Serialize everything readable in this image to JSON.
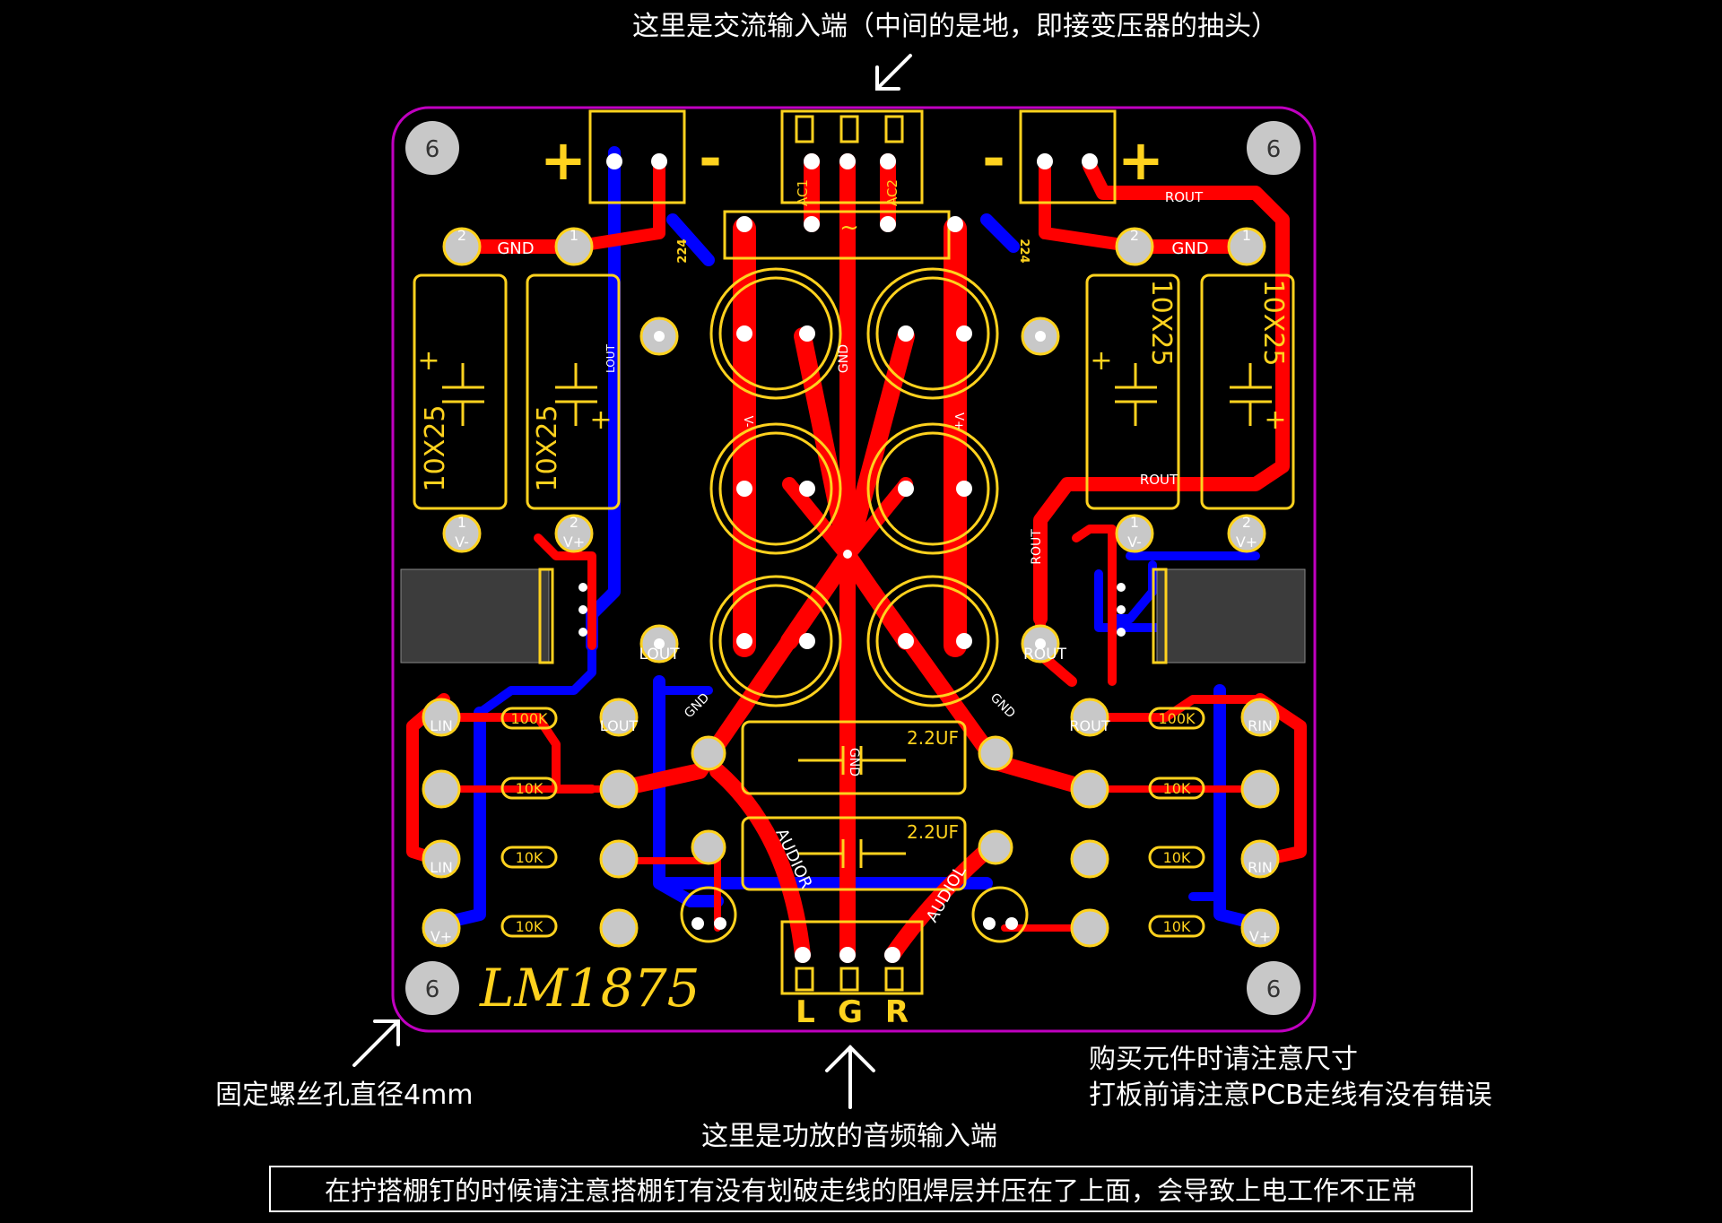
{
  "annotations": {
    "top": "这里是交流输入端（中间的是地，即接变压器的抽头）",
    "screw": "固定螺丝孔直径4mm",
    "audio_input": "这里是功放的音频输入端",
    "buy_note": "购买元件时请注意尺寸",
    "pcb_note": "打板前请注意PCB走线有没有错误",
    "warning": "在拧搭棚钉的时候请注意搭棚钉有没有划破走线的阻焊层并压在了上面，会导致上电工作不正常"
  },
  "board": {
    "logo": "LM1875",
    "mount_hole_label": "6",
    "plus": "+",
    "minus": "-",
    "ac_labels": [
      "AC1",
      "~",
      "AC2"
    ],
    "input_pins": [
      "L",
      "G",
      "R"
    ],
    "net_labels": {
      "gnd": "GND",
      "rout": "ROUT",
      "lout": "LOUT",
      "lin": "LIN",
      "rin": "RIN",
      "vplus": "V+",
      "vminus": "V-",
      "audiol": "AUDIOL",
      "audior": "AUDIOR"
    },
    "component_values": {
      "big_cap": "10X25",
      "film_cap": "2.2UF",
      "r100k": "100K",
      "r10k": "10K",
      "d224": "224"
    },
    "pad_numbers": [
      "1",
      "2"
    ]
  },
  "colors": {
    "background": "#000000",
    "board_outline": "#c000c0",
    "top_copper": "#ff0000",
    "bottom_copper": "#0000ff",
    "silkscreen": "#ffd21e",
    "pad": "#c8c8c8",
    "heatsink": "#3c3c3c",
    "text": "#ffffff"
  },
  "icons": [
    "arrow-down-left-icon",
    "arrow-up-right-icon",
    "arrow-up-icon"
  ]
}
